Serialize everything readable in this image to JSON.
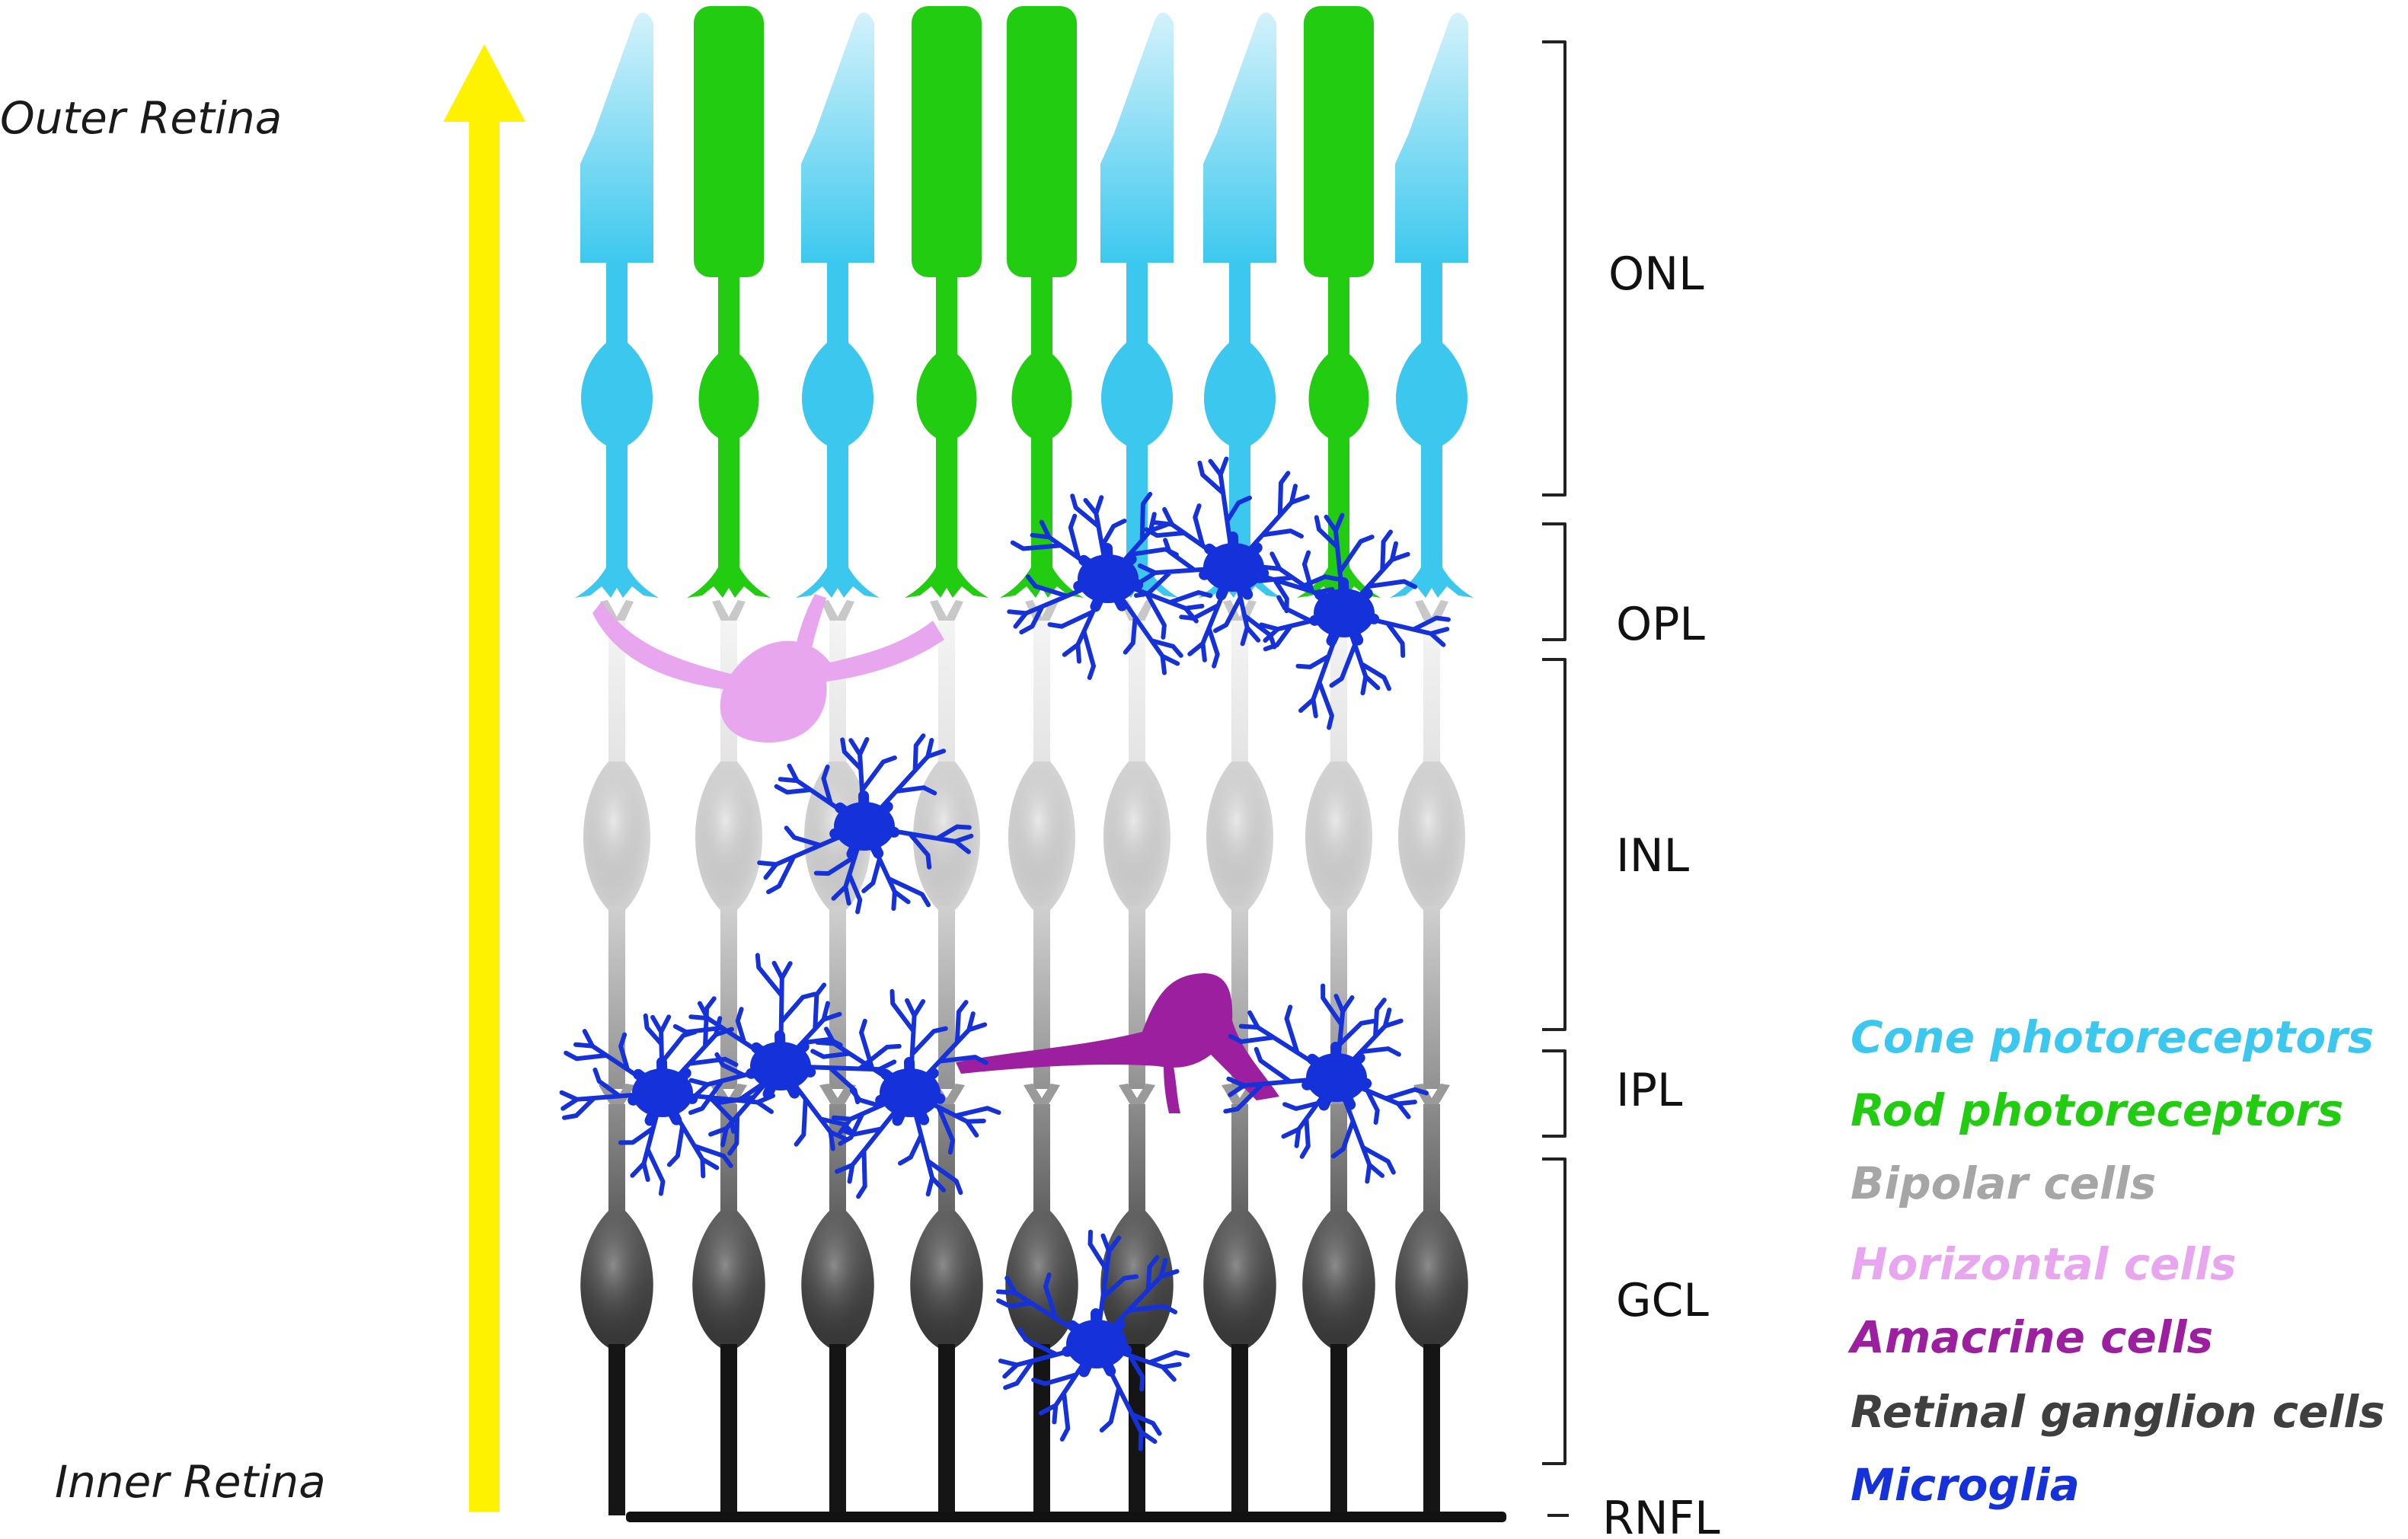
{
  "axis": {
    "top_label": "Outer Retina",
    "bottom_label": "Inner Retina",
    "arrow_color": "#FFF200"
  },
  "layers": [
    {
      "id": "onl",
      "label": "ONL"
    },
    {
      "id": "opl",
      "label": "OPL"
    },
    {
      "id": "inl",
      "label": "INL"
    },
    {
      "id": "ipl",
      "label": "IPL"
    },
    {
      "id": "gcl",
      "label": "GCL"
    },
    {
      "id": "rnfl",
      "label": "RNFL"
    }
  ],
  "legend": [
    {
      "id": "cone",
      "label": "Cone photoreceptors",
      "color": "#3CC8EE"
    },
    {
      "id": "rod",
      "label": "Rod photoreceptors",
      "color": "#22CC11"
    },
    {
      "id": "bipolar",
      "label": "Bipolar cells",
      "color": "#A6A6A6"
    },
    {
      "id": "horizontal",
      "label": "Horizontal cells",
      "color": "#E7A6EE"
    },
    {
      "id": "amacrine",
      "label": "Amacrine cells",
      "color": "#9B1F9E"
    },
    {
      "id": "ganglion",
      "label": "Retinal ganglion cells",
      "color": "#3F3F3F"
    },
    {
      "id": "microglia",
      "label": "Microglia",
      "color": "#1531D9"
    }
  ],
  "photoreceptor_sequence": [
    "cone",
    "rod",
    "cone",
    "rod",
    "rod",
    "cone",
    "cone",
    "rod",
    "cone"
  ],
  "colors": {
    "cone": "#3CC8EE",
    "cone_tip": "#A8E4F7",
    "rod": "#22CC11",
    "bipolar_light": "#F2F2F2",
    "bipolar_mid": "#C8C8C8",
    "ganglion_dark": "#1E1E1E",
    "horizontal": "#E7A6EE",
    "amacrine": "#9B1F9E",
    "microglia": "#1531D9",
    "bracket": "#222222"
  }
}
